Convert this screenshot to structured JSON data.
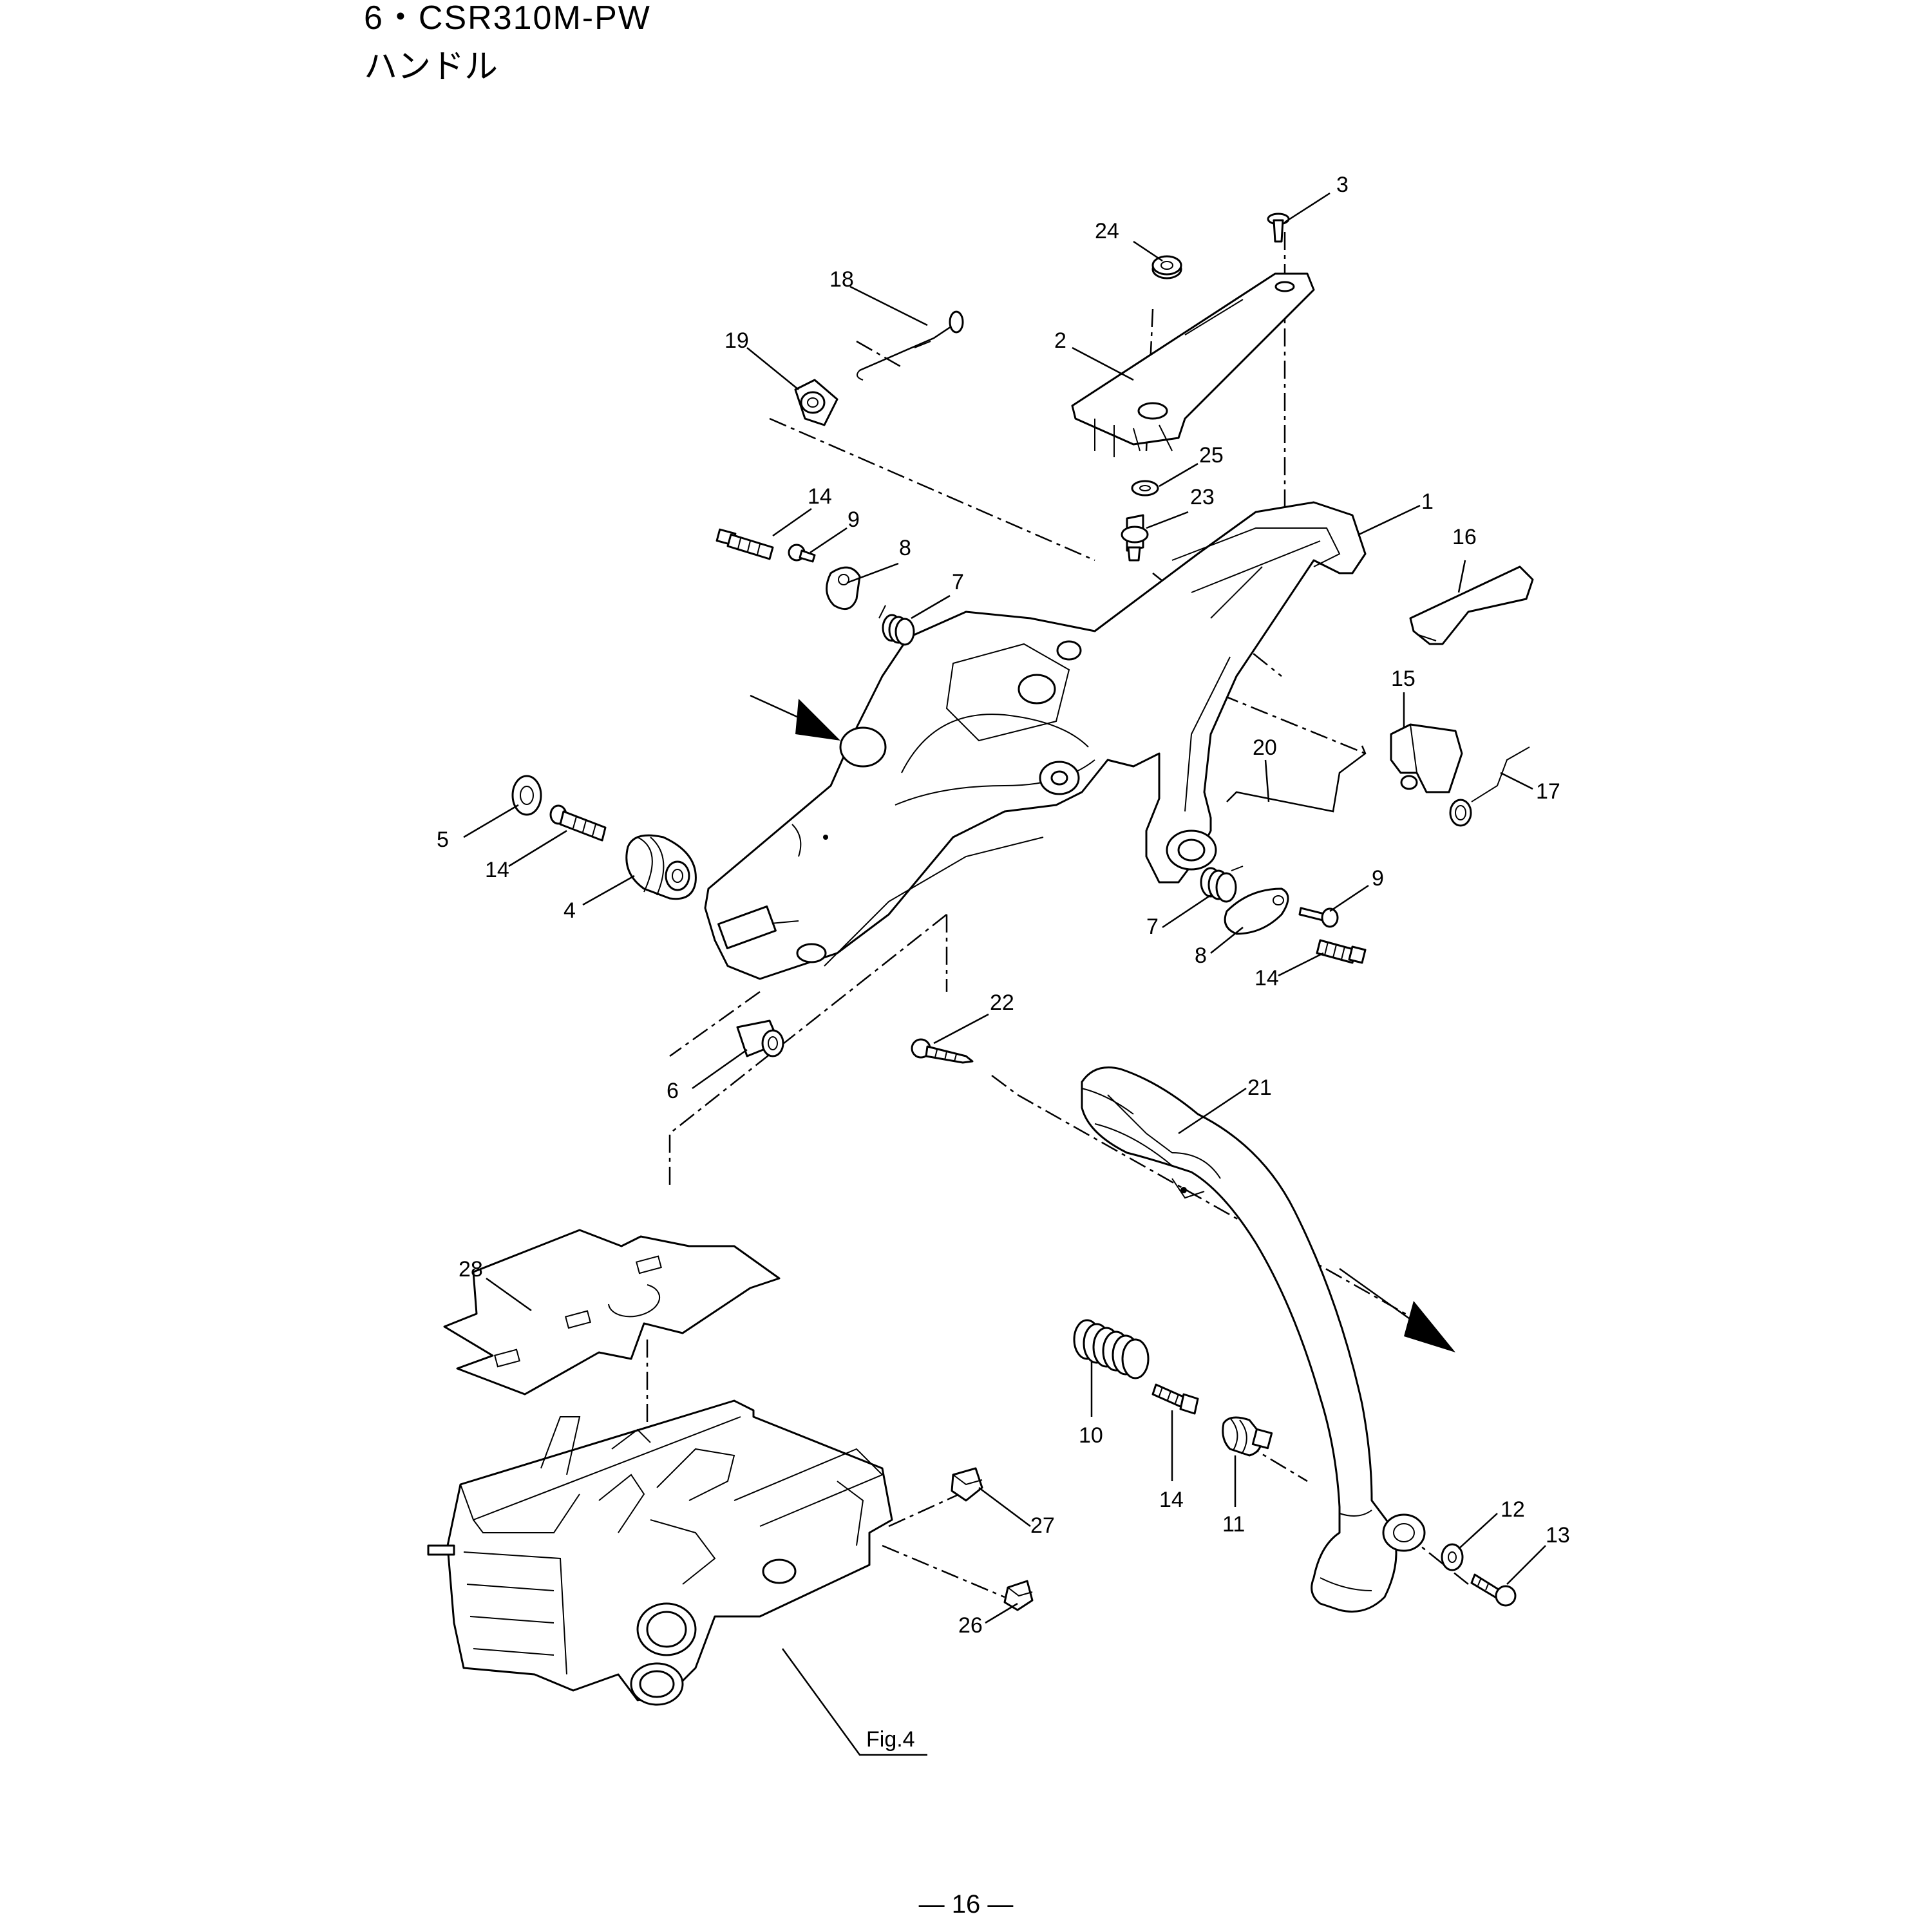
{
  "header": {
    "title": "6・CSR310M-PW",
    "subtitle": "ハンドル"
  },
  "callouts": {
    "c1": "1",
    "c2": "2",
    "c3": "3",
    "c4": "4",
    "c5": "5",
    "c6": "6",
    "c7a": "7",
    "c7b": "7",
    "c8a": "8",
    "c8b": "8",
    "c9a": "9",
    "c9b": "9",
    "c10": "10",
    "c11": "11",
    "c12": "12",
    "c13": "13",
    "c14a": "14",
    "c14b": "14",
    "c14c": "14",
    "c14d": "14",
    "c15": "15",
    "c16": "16",
    "c17": "17",
    "c18": "18",
    "c19": "19",
    "c20": "20",
    "c21": "21",
    "c22": "22",
    "c23": "23",
    "c24": "24",
    "c25": "25",
    "c26": "26",
    "c27": "27",
    "c28": "28"
  },
  "figure_ref": "Fig.4",
  "footer": {
    "page_number": "— 16 —"
  }
}
